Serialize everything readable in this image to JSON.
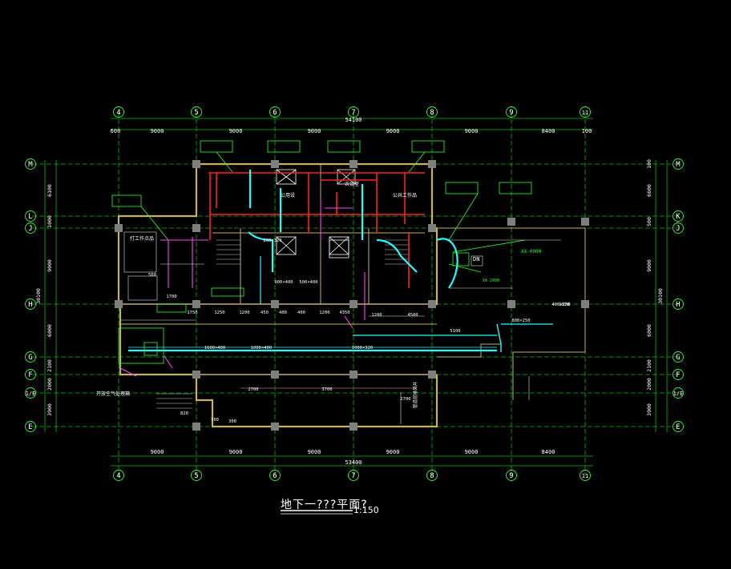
{
  "drawing": {
    "title": "地下一???平面?",
    "scale": "1:150",
    "colors": {
      "background": "#000000",
      "grid": "#00c000",
      "wall": "#c8b060",
      "column": "#7f7f7f",
      "duct_red": "#ff2020",
      "duct_cyan": "#20ffff",
      "pipe_magenta": "#ff40ff",
      "dim_text": "#ffffff",
      "label_green": "#2bff2b"
    }
  },
  "grid_axes_vertical": [
    {
      "label": "4"
    },
    {
      "label": "5"
    },
    {
      "label": "6"
    },
    {
      "label": "7"
    },
    {
      "label": "8"
    },
    {
      "label": "9"
    },
    {
      "label": "11"
    }
  ],
  "grid_axes_horizontal_left": [
    {
      "label": "M"
    },
    {
      "label": "L"
    },
    {
      "label": "J"
    },
    {
      "label": "H"
    },
    {
      "label": "G"
    },
    {
      "label": "F"
    },
    {
      "label": "1/E"
    },
    {
      "label": "E"
    }
  ],
  "grid_axes_horizontal_right": [
    {
      "label": "M"
    },
    {
      "label": "K"
    },
    {
      "label": "J"
    },
    {
      "label": "H"
    },
    {
      "label": "G"
    },
    {
      "label": "F"
    },
    {
      "label": "1/E"
    },
    {
      "label": "E"
    }
  ],
  "dimensions_top": {
    "total": "54100",
    "segments": [
      "600",
      "9000",
      "9000",
      "9000",
      "9000",
      "9000",
      "8400",
      "100"
    ]
  },
  "dimensions_bottom": {
    "total": "53400",
    "segments": [
      "9000",
      "9000",
      "9000",
      "9000",
      "9000",
      "8400"
    ]
  },
  "dimensions_left": {
    "total": "30100",
    "segments": [
      "6100",
      "1000",
      "9000",
      "6000",
      "2100",
      "2000",
      "3900"
    ]
  },
  "dimensions_right": {
    "total": "30100",
    "segments": [
      "100",
      "6600",
      "500",
      "9000",
      "6000",
      "2100",
      "2000",
      "3900"
    ]
  },
  "interior_dims": [
    "560",
    "1700",
    "1750",
    "1250",
    "1200",
    "450",
    "400",
    "400",
    "1200",
    "4350",
    "1200",
    "4500",
    "5100",
    "1920",
    "820",
    "700",
    "300",
    "2700",
    "3700",
    "2700"
  ],
  "duct_labels": [
    "800×320",
    "900×400",
    "500×400",
    "1600×400",
    "1000×400",
    "1000×320",
    "800×250",
    "400×250"
  ],
  "notes": [
    "开放空气处理箱",
    "管道层排风井"
  ]
}
